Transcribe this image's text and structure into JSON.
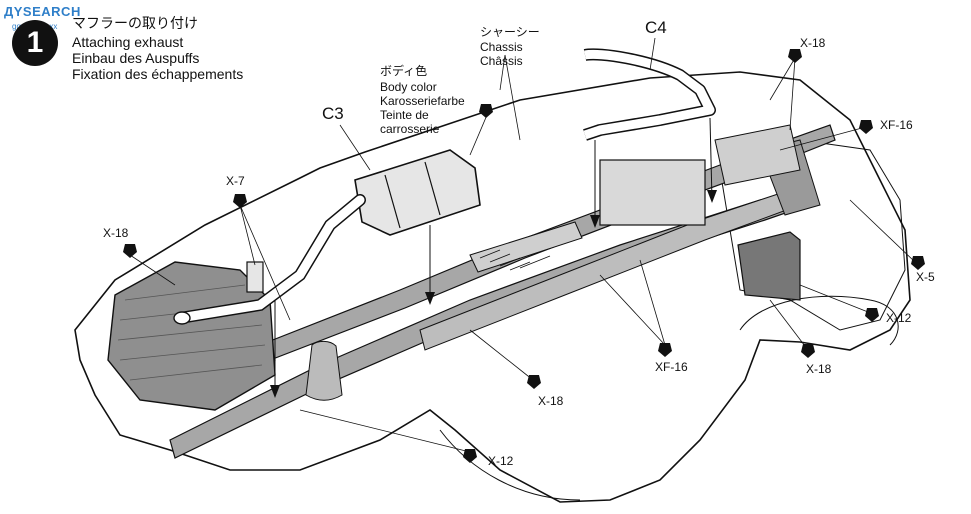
{
  "watermark": {
    "text": "ДYSEARCH",
    "sub": "gqss.xxxx.xx"
  },
  "step": {
    "number": "1"
  },
  "header": {
    "japanese": "マフラーの取り付け",
    "english": "Attaching exhaust",
    "german": "Einbau des Auspuffs",
    "french": "Fixation des échappements"
  },
  "labels": {
    "chassis_jp": "シャーシー",
    "chassis_en": "Chassis",
    "chassis_fr": "Châssis",
    "body_jp": "ボディ色",
    "body_en": "Body color",
    "body_de": "Karosseriefarbe",
    "body_fr1": "Teinte de",
    "body_fr2": "carrosserie",
    "c3": "C3",
    "c4": "C4",
    "x7": "X-7",
    "x18_left": "X-18",
    "x18_top_right": "X-18",
    "xf16_right": "XF-16",
    "x5": "X-5",
    "x12_right": "X-12",
    "x18_bottom_right": "X-18",
    "xf16_bottom": "XF-16",
    "x18_bottom": "X-18",
    "x12_bottom": "X-12"
  }
}
